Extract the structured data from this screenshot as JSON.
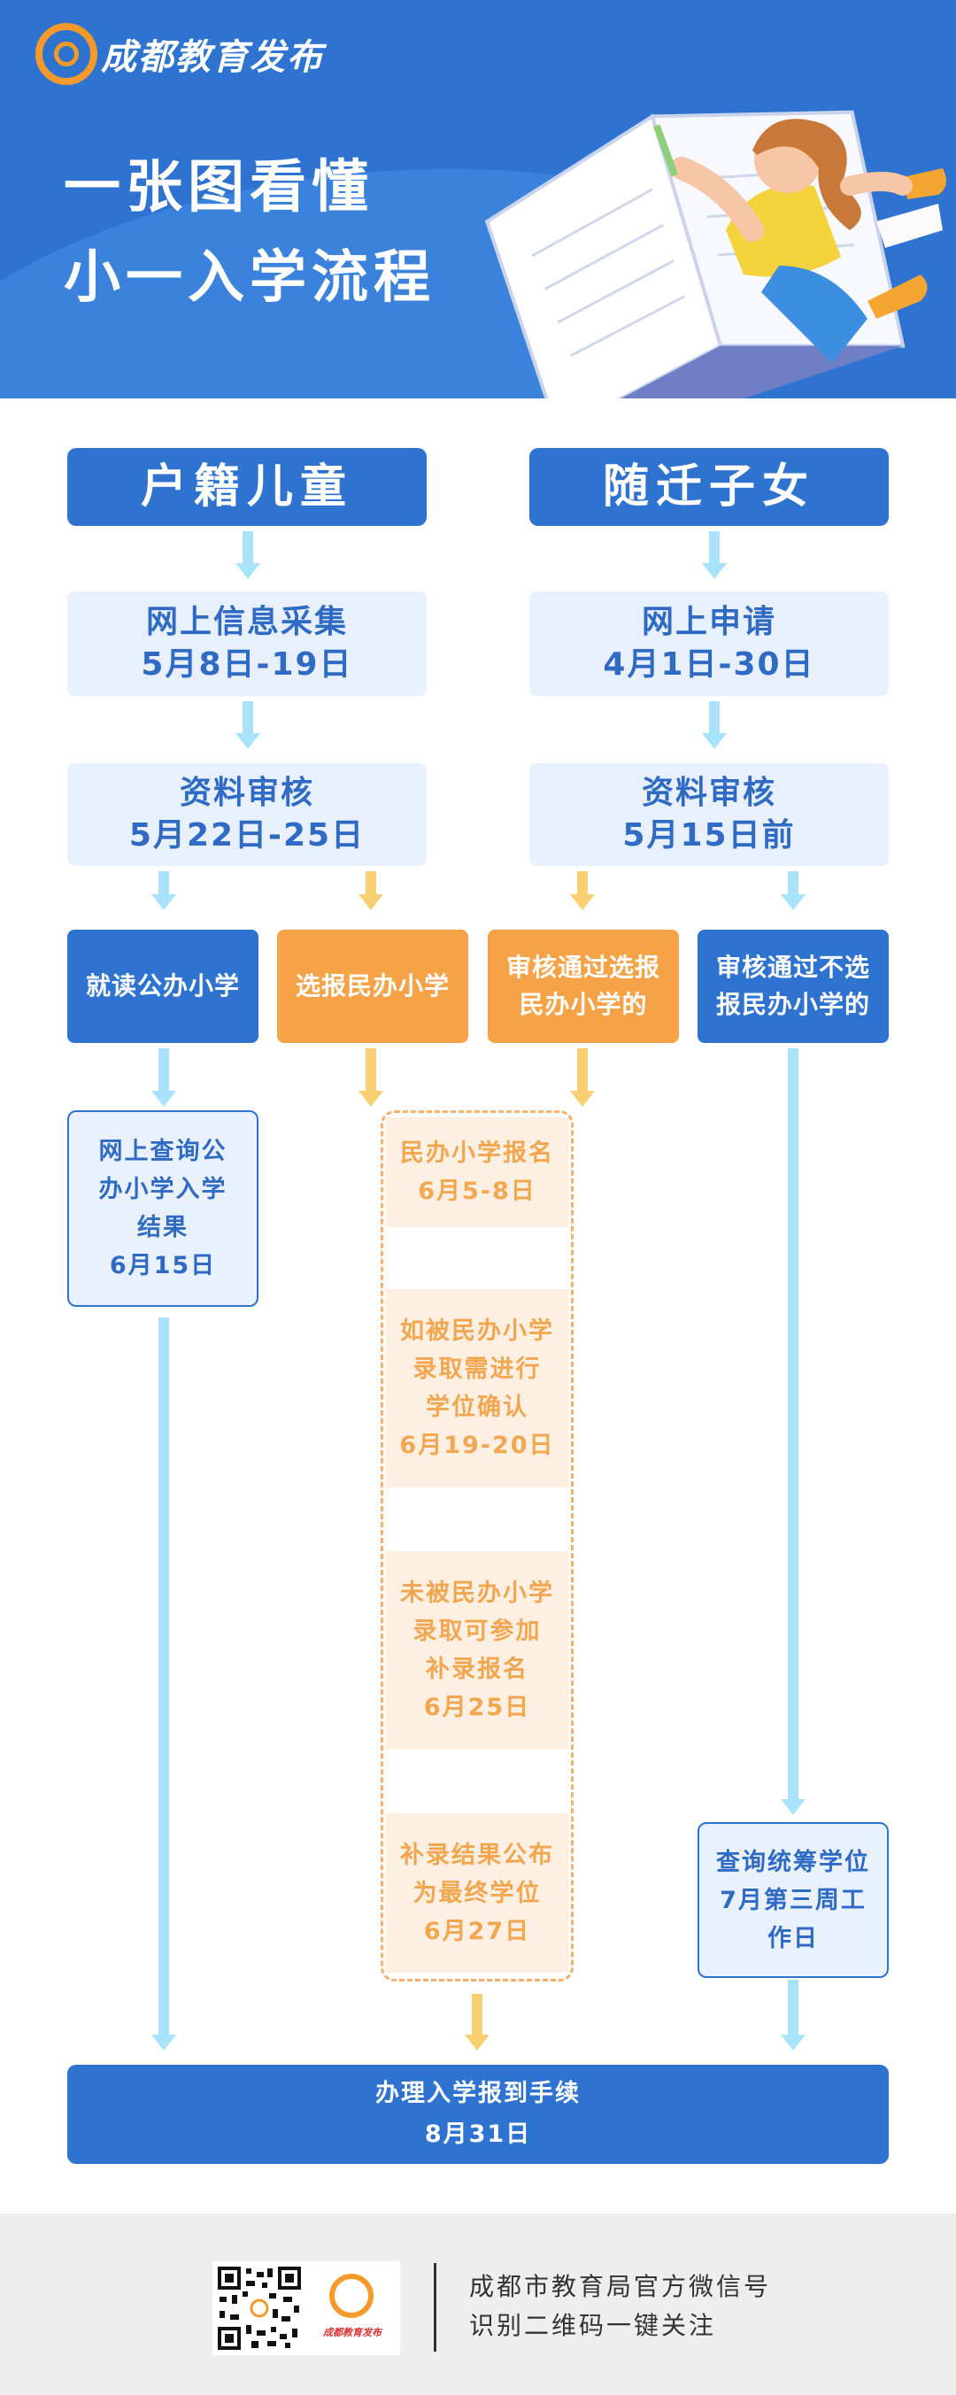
{
  "header": {
    "brand": "成都教育发布",
    "title_line1": "一张图看懂",
    "title_line2": "小一入学流程"
  },
  "columns": {
    "huji": {
      "category": "户籍儿童",
      "step1": [
        "网上信息采集",
        "5月8日-19日"
      ],
      "step2": [
        "资料审核",
        "5月22日-25日"
      ]
    },
    "suiqian": {
      "category": "随迁子女",
      "step1": [
        "网上申请",
        "4月1日-30日"
      ],
      "step2": [
        "资料审核",
        "5月15日前"
      ]
    }
  },
  "branches": {
    "public": "就读公办小学",
    "private": "选报民办小学",
    "pass_private": [
      "审核通过选报",
      "民办小学的"
    ],
    "pass_no_private": [
      "审核通过不选",
      "报民办小学的"
    ]
  },
  "public_result": [
    "网上查询公",
    "办小学入学",
    "结果",
    "6月15日"
  ],
  "private_steps": [
    [
      "民办小学报名",
      "6月5-8日"
    ],
    [
      "如被民办小学",
      "录取需进行",
      "学位确认",
      "6月19-20日"
    ],
    [
      "未被民办小学",
      "录取可参加",
      "补录报名",
      "6月25日"
    ],
    [
      "补录结果公布",
      "为最终学位",
      "6月27日"
    ]
  ],
  "coordinated": [
    "查询统筹学位",
    "7月第三周工",
    "作日"
  ],
  "final": [
    "办理入学报到手续",
    "8月31日"
  ],
  "footer": {
    "qr_brand": "成都教育发布",
    "line1": "成都市教育局官方微信号",
    "line2": "识别二维码一键关注"
  },
  "colors": {
    "blue": "#2f73d0",
    "orange": "#f6a348",
    "arrow_blue": "#a9e3fb",
    "arrow_orange": "#f8cf72"
  }
}
